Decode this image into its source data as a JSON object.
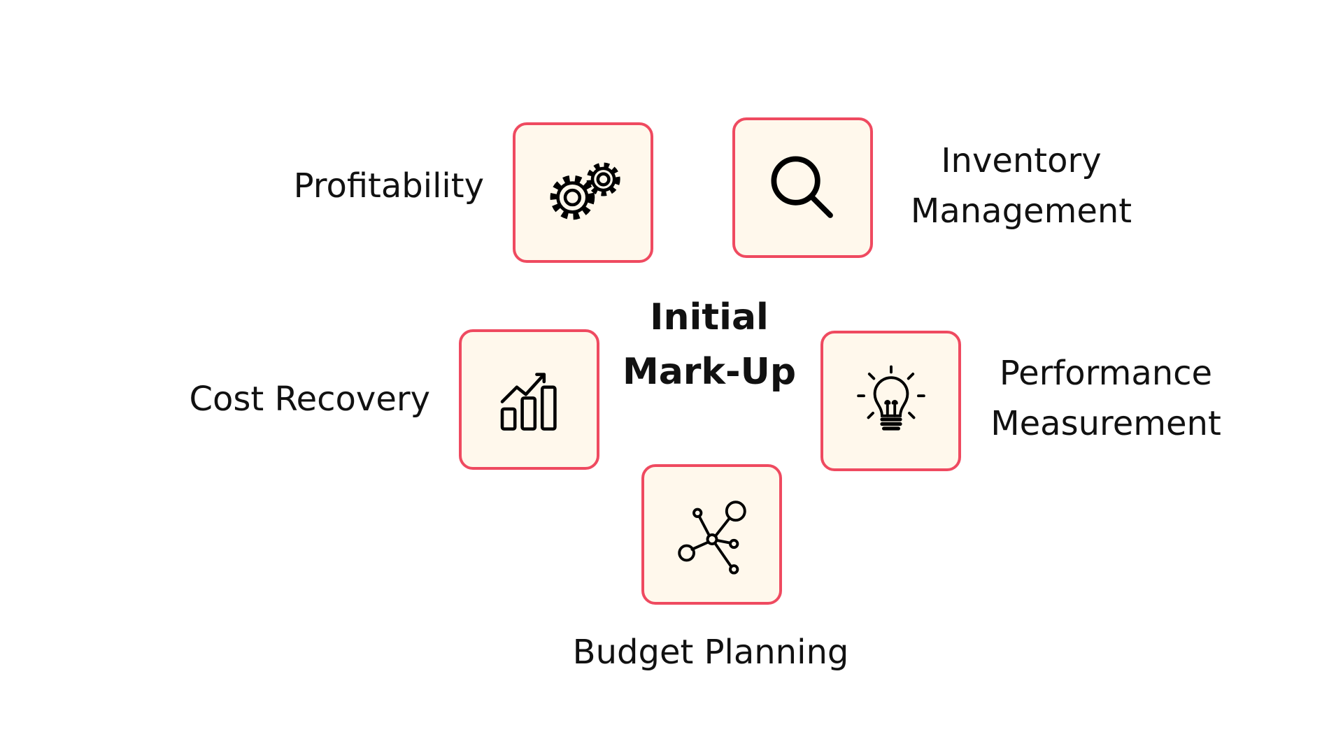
{
  "center": {
    "line1": "Initial",
    "line2": "Mark-Up"
  },
  "items": [
    {
      "label": "Profitability",
      "icon": "gears-icon"
    },
    {
      "label_line1": "Inventory",
      "label_line2": "Management",
      "icon": "magnifier-icon"
    },
    {
      "label": "Cost Recovery",
      "icon": "growth-chart-icon"
    },
    {
      "label_line1": "Performance",
      "label_line2": "Measurement",
      "icon": "lightbulb-icon"
    },
    {
      "label": "Budget Planning",
      "icon": "network-nodes-icon"
    }
  ],
  "colors": {
    "border": "#ef4a60",
    "fill": "#fff8ec",
    "text": "#111111"
  }
}
